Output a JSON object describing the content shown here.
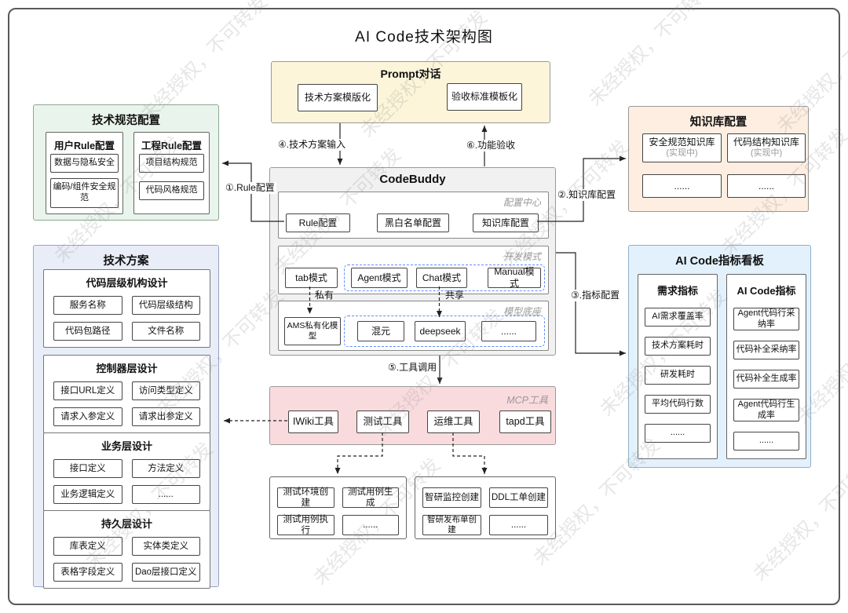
{
  "title": "AI Code技术架构图",
  "watermark": {
    "text": "未经授权，不可转发"
  },
  "prompt": {
    "title": "Prompt对话",
    "items": [
      "技术方案模版化",
      "验收标准模板化"
    ]
  },
  "spec_config": {
    "title": "技术规范配置",
    "user_rule": {
      "title": "用户Rule配置",
      "items": [
        "数据与隐私安全",
        "编码/组件安全规范"
      ]
    },
    "project_rule": {
      "title": "工程Rule配置",
      "items": [
        "项目结构规范",
        "代码风格规范"
      ]
    }
  },
  "knowledge_base": {
    "title": "知识库配置",
    "items": [
      {
        "label": "安全规范知识库",
        "status": "(实现中)"
      },
      {
        "label": "代码结构知识库",
        "status": "(实现中)"
      },
      {
        "label": "......"
      },
      {
        "label": "......"
      }
    ]
  },
  "codebuddy": {
    "title": "CodeBuddy",
    "config_center": {
      "label": "配置中心",
      "items": [
        "Rule配置",
        "黑白名单配置",
        "知识库配置"
      ]
    },
    "dev_mode": {
      "label": "开发模式",
      "private_item": "tab模式",
      "shared_items": [
        "Agent模式",
        "Chat模式",
        "Manual模式"
      ]
    },
    "model_base": {
      "label": "模型底座",
      "private_item": "AMS私有化模型",
      "shared_items": [
        "混元",
        "deepseek",
        "......"
      ]
    },
    "private_label": "私有",
    "shared_label": "共享"
  },
  "tech_plan": {
    "title": "技术方案",
    "sections": [
      {
        "title": "代码层级机构设计",
        "items": [
          "服务名称",
          "代码层级结构",
          "代码包路径",
          "文件名称"
        ]
      },
      {
        "title": "控制器层设计",
        "items": [
          "接口URL定义",
          "访问类型定义",
          "请求入参定义",
          "请求出参定义"
        ]
      },
      {
        "title": "业务层设计",
        "items": [
          "接口定义",
          "方法定义",
          "业务逻辑定义",
          "......"
        ]
      },
      {
        "title": "持久层设计",
        "items": [
          "库表定义",
          "实体类定义",
          "表格字段定义",
          "Dao层接口定义"
        ]
      }
    ]
  },
  "metrics_board": {
    "title": "AI Code指标看板",
    "columns": [
      {
        "title": "需求指标",
        "items": [
          "AI需求覆盖率",
          "技术方案耗时",
          "研发耗时",
          "平均代码行数",
          "......"
        ]
      },
      {
        "title": "AI Code指标",
        "items": [
          "Agent代码行采纳率",
          "代码补全采纳率",
          "代码补全生成率",
          "Agent代码行生成率",
          "......"
        ]
      }
    ]
  },
  "mcp": {
    "label": "MCP工具",
    "items": [
      "IWiki工具",
      "测试工具",
      "运维工具",
      "tapd工具"
    ]
  },
  "test_tools_group": {
    "items": [
      "测试环境创建",
      "测试用例生成",
      "测试用例执行",
      "......"
    ]
  },
  "ops_tools_group": {
    "items": [
      "智研监控创建",
      "DDL工单创建",
      "智研发布单创建",
      "......"
    ]
  },
  "edges": {
    "e1": "①.Rule配置",
    "e2": "②.知识库配置",
    "e3": "③.指标配置",
    "e4": "④.技术方案输入",
    "e5": "⑤.工具调用",
    "e6": "⑥.功能验收"
  },
  "colors": {
    "prompt_bg": "#fcf5da",
    "spec_bg": "#e9f4ec",
    "knowledge_bg": "#fdeee1",
    "tech_plan_bg": "#e9edf8",
    "metrics_bg": "#e3f1fc",
    "mcp_bg": "#f9dbde",
    "codebuddy_bg": "#f1f1f2",
    "dashed_group_border": "#5b8ff9",
    "connector": "#222222",
    "watermark": "#dfdfdf"
  }
}
